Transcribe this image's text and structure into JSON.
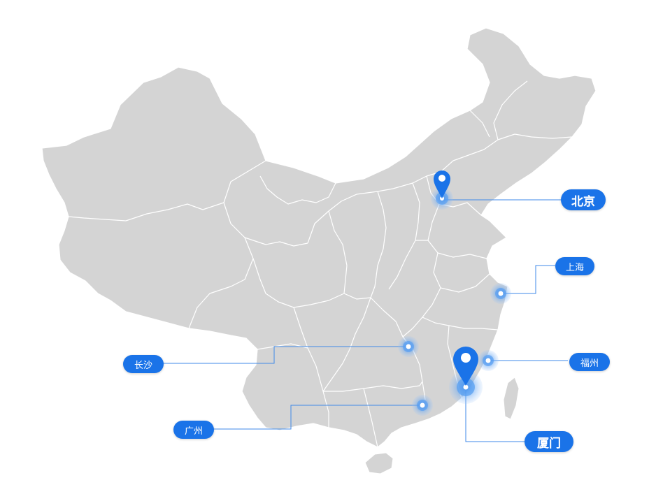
{
  "cities": [
    {
      "id": "beijing",
      "name": "北京",
      "primary": true
    },
    {
      "id": "shanghai",
      "name": "上海",
      "primary": false
    },
    {
      "id": "changsha",
      "name": "长沙",
      "primary": false
    },
    {
      "id": "fuzhou",
      "name": "福州",
      "primary": false
    },
    {
      "id": "guangzhou",
      "name": "广州",
      "primary": false
    },
    {
      "id": "xiamen",
      "name": "厦门",
      "primary": true
    }
  ],
  "colors": {
    "land": "#d4d4d4",
    "border": "#ffffff",
    "accent": "#1a73e8",
    "marker_glow": "#5aa0f2",
    "leader_line": "#3f8ae8"
  },
  "icons": [
    "map-pin-icon",
    "location-dot-icon"
  ]
}
